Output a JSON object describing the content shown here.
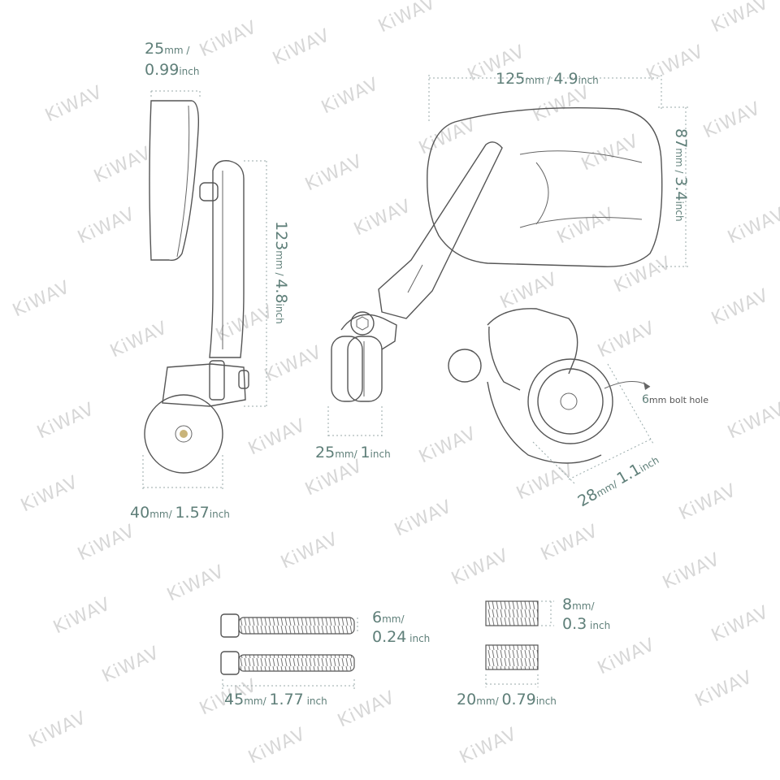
{
  "watermark": "KiWAV",
  "side_view": {
    "top_width": {
      "num": "25",
      "unit": "mm",
      "sep": " /",
      "num2": "0.99",
      "unit2": "inch"
    },
    "height": {
      "num": "123",
      "unit": "mm",
      "sep": " / ",
      "num2": "4.8",
      "unit2": "inch"
    },
    "bottom_width": {
      "num": "40",
      "unit": "mm",
      "sep": "/ ",
      "num2": "1.57",
      "unit2": "inch"
    }
  },
  "front_view": {
    "mirror_width": {
      "num": "125",
      "unit": "mm",
      "sep": " / ",
      "num2": "4.9",
      "unit2": "inch"
    },
    "mirror_height": {
      "num": "87",
      "unit": "mm",
      "sep": " / ",
      "num2": "3.4",
      "unit2": "inch"
    },
    "clamp_width": {
      "num": "25",
      "unit": "mm",
      "sep": "/ ",
      "num2": "1",
      "unit2": "inch"
    }
  },
  "clamp_view": {
    "bolt_hole": {
      "num": "6",
      "unit": "mm",
      "text": " bolt hole"
    },
    "diameter": {
      "num": "28",
      "unit": "mm",
      "sep": "/ ",
      "num2": "1.1",
      "unit2": "inch"
    }
  },
  "hardware": {
    "bolt_diameter": {
      "num": "6",
      "unit": "mm",
      "sep": "/",
      "num2": "0.24",
      "unit2": " inch"
    },
    "bolt_length": {
      "num": "45",
      "unit": "mm",
      "sep": "/ ",
      "num2": "1.77",
      "unit2": " inch"
    },
    "spacer_height": {
      "num": "8",
      "unit": "mm",
      "sep": "/",
      "num2": "0.3",
      "unit2": " inch"
    },
    "spacer_width": {
      "num": "20",
      "unit": "mm",
      "sep": "/ ",
      "num2": "0.79",
      "unit2": "inch"
    }
  },
  "colors": {
    "line": "#555555",
    "dimension_text": "#5f7f79",
    "watermark": "#d7d7d7"
  }
}
